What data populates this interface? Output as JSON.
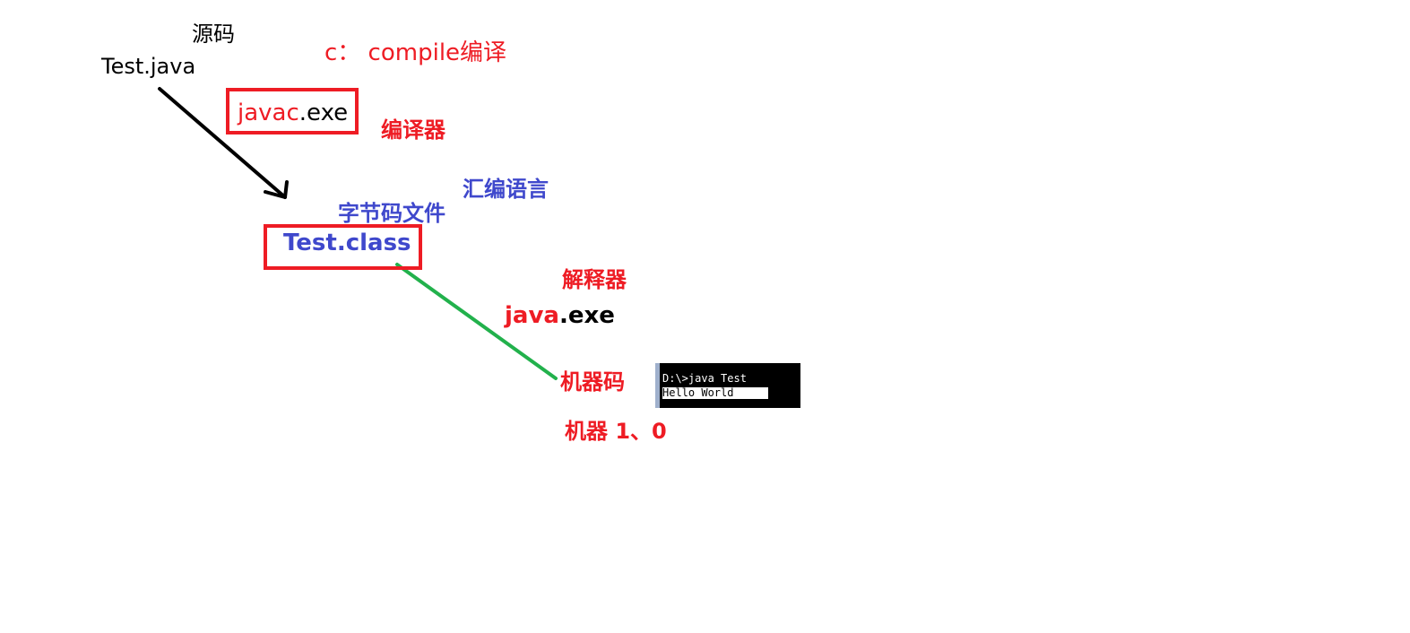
{
  "labels": {
    "source_caption": "源码",
    "source_file": "Test.java",
    "compile_note": "c： compile编译",
    "compiler_name_part": "javac",
    "compiler_ext": ".exe",
    "compiler_caption": "编译器",
    "assembly_caption": "汇编语言",
    "bytecode_caption": "字节码文件",
    "bytecode_file": "Test.class",
    "interpreter_caption": "解释器",
    "interpreter_name_part": "java",
    "interpreter_ext": ".exe",
    "machine_code_caption": "机器码",
    "machine_binary_caption": "机器 1、0"
  },
  "console": {
    "command_line": "D:\\>java Test",
    "output_line": "Hello World"
  },
  "colors": {
    "red": "#ee1c24",
    "blue": "#3f48cc",
    "green": "#22b14c",
    "black": "#000000"
  }
}
